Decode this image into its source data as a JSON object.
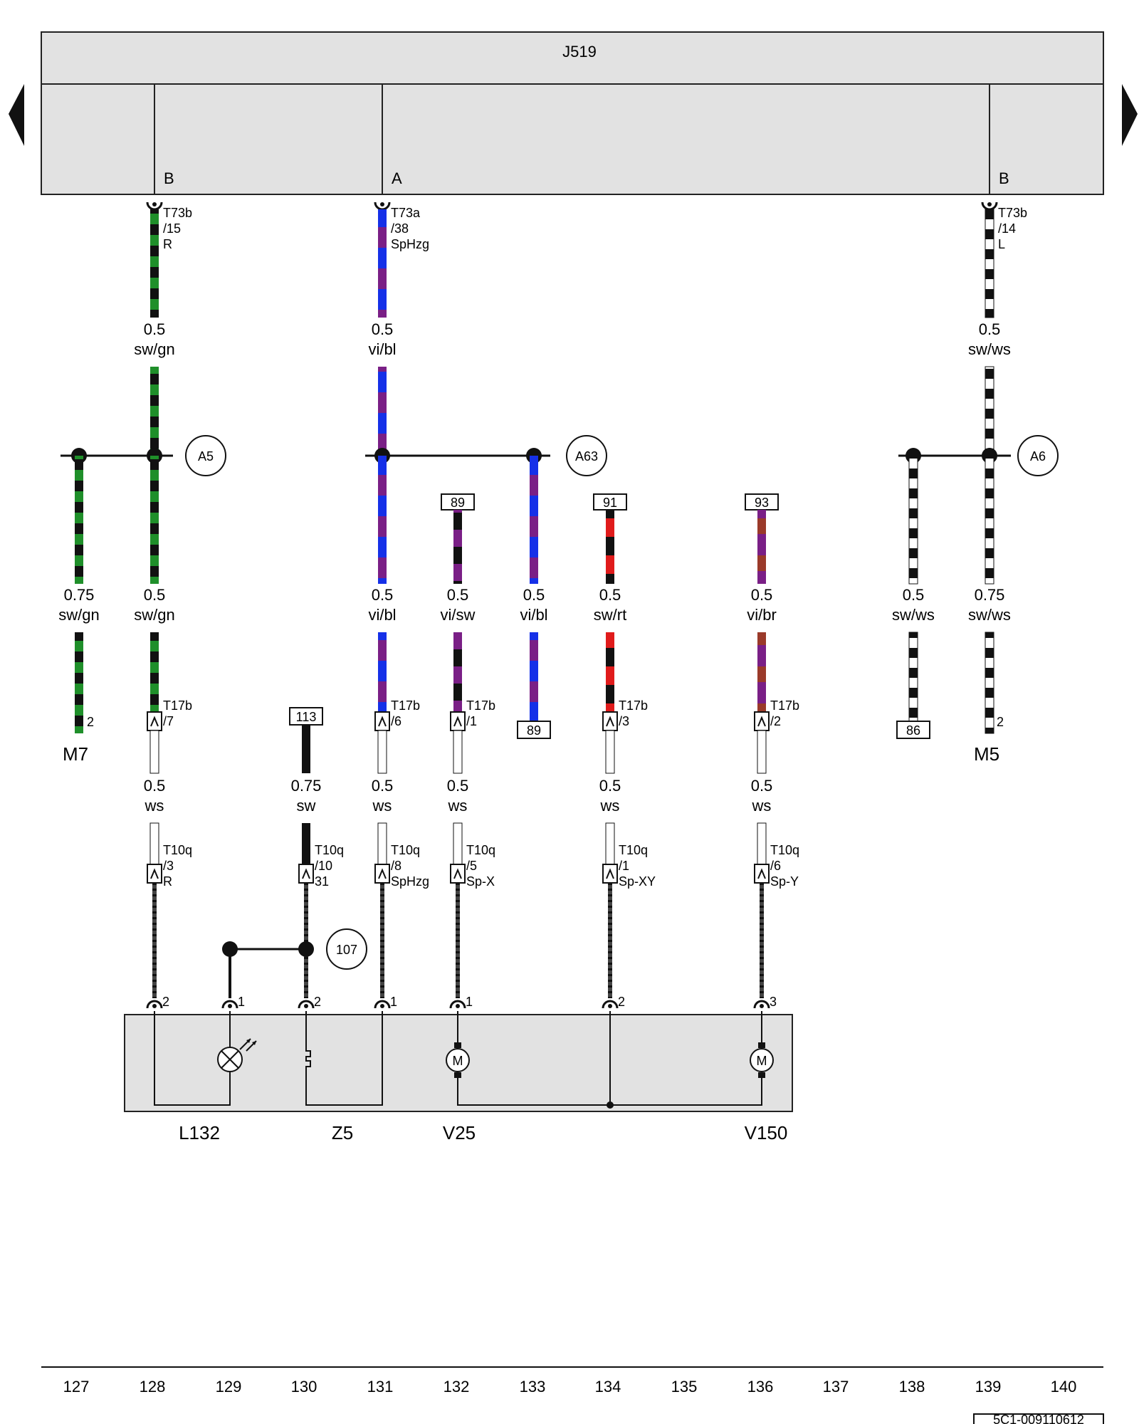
{
  "module": {
    "name": "J519"
  },
  "bus_letters": [
    "B",
    "A",
    "B"
  ],
  "top_pins": [
    {
      "line1": "T73b",
      "line2": "/15",
      "line3": "R"
    },
    {
      "line1": "T73a",
      "line2": "/38",
      "line3": "SpHzg"
    },
    {
      "line1": "T73b",
      "line2": "/14",
      "line3": "L"
    }
  ],
  "top_wires": [
    {
      "size": "0.5",
      "color": "sw/gn"
    },
    {
      "size": "0.5",
      "color": "vi/bl"
    },
    {
      "size": "0.5",
      "color": "sw/ws"
    }
  ],
  "junctions": [
    "A5",
    "A63",
    "A6",
    "107"
  ],
  "ref_boxes": [
    "89",
    "91",
    "93",
    "113",
    "89",
    "86"
  ],
  "mid_wires": [
    {
      "size": "0.75",
      "color": "sw/gn"
    },
    {
      "size": "0.5",
      "color": "sw/gn"
    },
    {
      "size": "0.5",
      "color": "vi/bl"
    },
    {
      "size": "0.5",
      "color": "vi/sw"
    },
    {
      "size": "0.5",
      "color": "vi/bl"
    },
    {
      "size": "0.5",
      "color": "sw/rt"
    },
    {
      "size": "0.5",
      "color": "vi/br"
    },
    {
      "size": "0.5",
      "color": "sw/ws"
    },
    {
      "size": "0.75",
      "color": "sw/ws"
    }
  ],
  "t17b_pins": [
    {
      "name": "T17b",
      "pin": "/7"
    },
    {
      "name": "T17b",
      "pin": "/6"
    },
    {
      "name": "T17b",
      "pin": "/1"
    },
    {
      "name": "T17b",
      "pin": "/3"
    },
    {
      "name": "T17b",
      "pin": "/2"
    }
  ],
  "ground_pins": [
    "2",
    "2"
  ],
  "grounds": [
    "M7",
    "M5"
  ],
  "low_wires": [
    {
      "size": "0.5",
      "color": "ws"
    },
    {
      "size": "0.75",
      "color": "sw"
    },
    {
      "size": "0.5",
      "color": "ws"
    },
    {
      "size": "0.5",
      "color": "ws"
    },
    {
      "size": "0.5",
      "color": "ws"
    },
    {
      "size": "0.5",
      "color": "ws"
    }
  ],
  "t10q_pins": [
    {
      "name": "T10q",
      "pin": "/3",
      "sig": "R"
    },
    {
      "name": "T10q",
      "pin": "/10",
      "sig": "31"
    },
    {
      "name": "T10q",
      "pin": "/8",
      "sig": "SpHzg"
    },
    {
      "name": "T10q",
      "pin": "/5",
      "sig": "Sp-X"
    },
    {
      "name": "T10q",
      "pin": "/1",
      "sig": "Sp-XY"
    },
    {
      "name": "T10q",
      "pin": "/6",
      "sig": "Sp-Y"
    }
  ],
  "device_pins": [
    "2",
    "1",
    "2",
    "1",
    "1",
    "2",
    "3"
  ],
  "motor_symbol": "M",
  "components": [
    "L132",
    "Z5",
    "V25",
    "V150"
  ],
  "column_numbers": [
    "127",
    "128",
    "129",
    "130",
    "131",
    "132",
    "133",
    "134",
    "135",
    "136",
    "137",
    "138",
    "139",
    "140"
  ],
  "doc_id": "5C1-009110612",
  "colors": {
    "sw": "#111111",
    "gn": "#1f8f2a",
    "vi": "#7a1f86",
    "bl": "#1530e8",
    "ws": "#ffffff",
    "rt": "#e01b1b",
    "br": "#9a3a2a",
    "module_fill": "#e2e2e2",
    "line": "#222222"
  }
}
